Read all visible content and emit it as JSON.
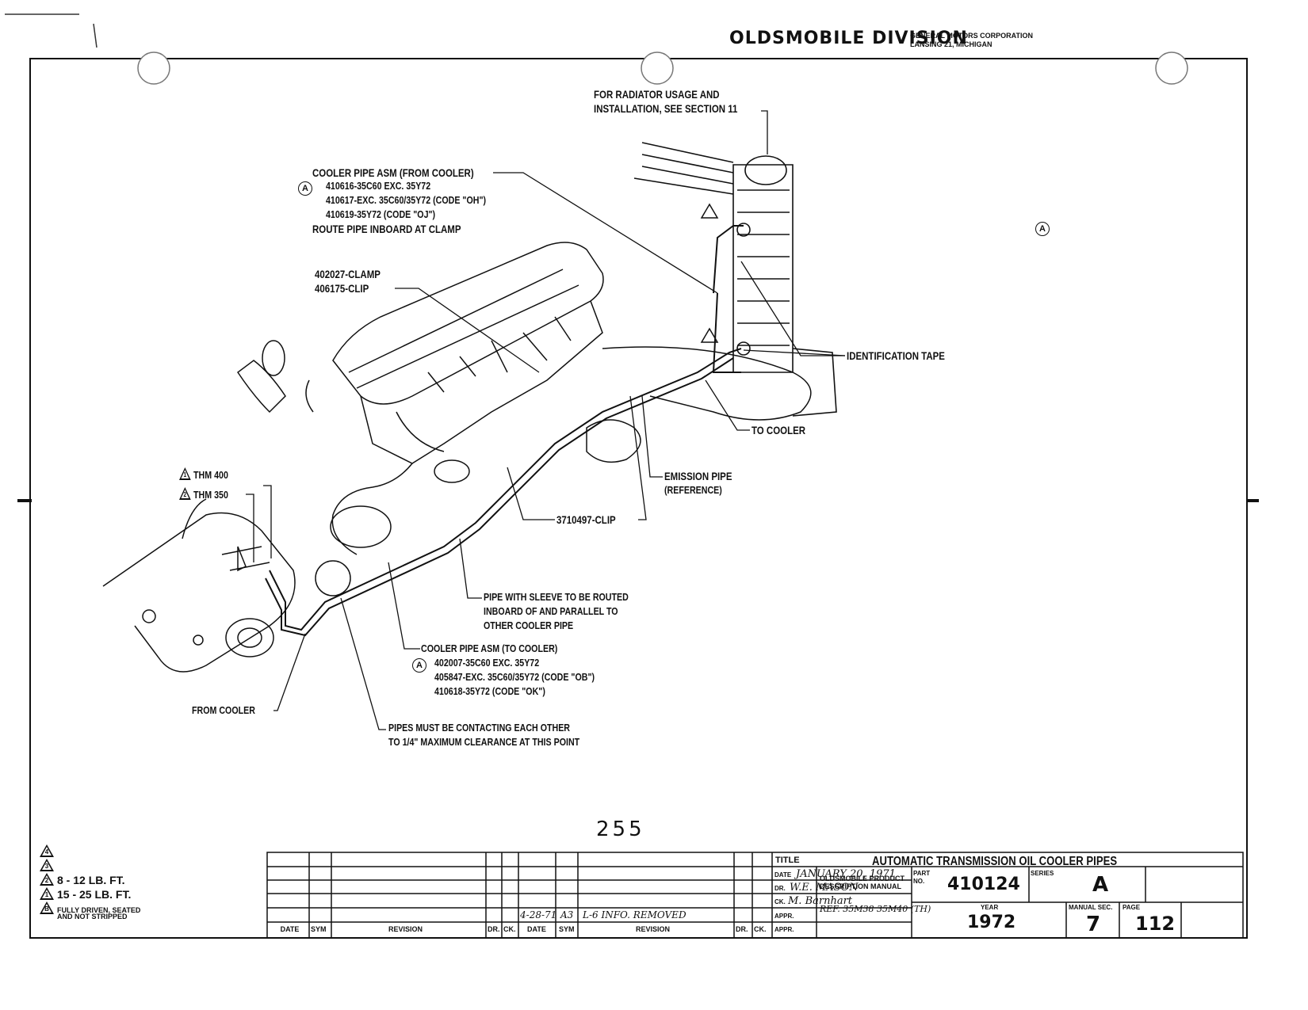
{
  "header": {
    "division": "OLDSMOBILE DIVISION",
    "corp_line1": "GENERAL MOTORS CORPORATION",
    "corp_line2": "LANSING 21, MICHIGAN"
  },
  "callouts": {
    "radiator": [
      "FOR RADIATOR USAGE AND",
      "INSTALLATION, SEE SECTION 11"
    ],
    "cooler_from": {
      "title": "COOLER PIPE ASM (FROM COOLER)",
      "marker": "A",
      "lines": [
        "410616-35C60 EXC. 35Y72",
        "410617-EXC. 35C60/35Y72 (CODE \"OH\")",
        "410619-35Y72 (CODE \"OJ\")"
      ],
      "note": "ROUTE PIPE INBOARD AT CLAMP"
    },
    "clamp": [
      "402027-CLAMP",
      "406175-CLIP"
    ],
    "id_tape": "IDENTIFICATION TAPE",
    "to_cooler": "TO COOLER",
    "emission": [
      "EMISSION PIPE",
      "(REFERENCE)"
    ],
    "clip": "3710497-CLIP",
    "thm400": "THM 400",
    "thm350": "THM 350",
    "sleeve": [
      "PIPE WITH SLEEVE TO BE ROUTED",
      "INBOARD OF AND PARALLEL TO",
      "OTHER COOLER PIPE"
    ],
    "cooler_to": {
      "title": "COOLER PIPE ASM (TO COOLER)",
      "marker": "A",
      "lines": [
        "402007-35C60 EXC. 35Y72",
        "405847-EXC. 35C60/35Y72 (CODE \"OB\")",
        "410618-35Y72 (CODE \"OK\")"
      ]
    },
    "from_cooler": "FROM COOLER",
    "contact": [
      "PIPES MUST BE CONTACTING EACH OTHER",
      "TO 1/4\" MAXIMUM CLEARANCE AT THIS POINT"
    ],
    "section_marker": "A"
  },
  "legend": [
    {
      "num": "4",
      "text": ""
    },
    {
      "num": "3",
      "text": ""
    },
    {
      "num": "2",
      "text": "8 - 12 LB. FT."
    },
    {
      "num": "1",
      "text": "15 - 25 LB. FT."
    },
    {
      "num": "B",
      "text": "FULLY DRIVEN, SEATED"
    },
    {
      "num": "",
      "text": "AND NOT STRIPPED"
    }
  ],
  "page_number": "255",
  "title_block": {
    "title_label": "TITLE",
    "title": "AUTOMATIC TRANSMISSION OIL COOLER PIPES",
    "date_label": "DATE",
    "date": "JANUARY 20, 1971",
    "dr_label": "DR.",
    "drafter": "W.E. MASON",
    "ck_label": "CK.",
    "checker": "M. Barnhart",
    "appr_label": "APPR.",
    "manual_line1": "OLDSMOBILE PRODUCT",
    "manual_line2": "DESCRIPTION MANUAL",
    "ref": "REF. 35M38  35M40 (TH)",
    "part_label": "PART NO.",
    "part_no": "410124",
    "series_label": "SERIES",
    "series": "A",
    "year_label": "YEAR",
    "year": "1972",
    "manual_sec_label": "MANUAL SEC.",
    "manual_sec": "7",
    "page_label": "PAGE",
    "page": "112",
    "rev_headers": [
      "DATE",
      "SYM",
      "REVISION",
      "DR.",
      "CK."
    ],
    "revision_entry": {
      "date": "4-28-71",
      "sym": "A3",
      "text": "L-6 INFO. REMOVED"
    }
  }
}
